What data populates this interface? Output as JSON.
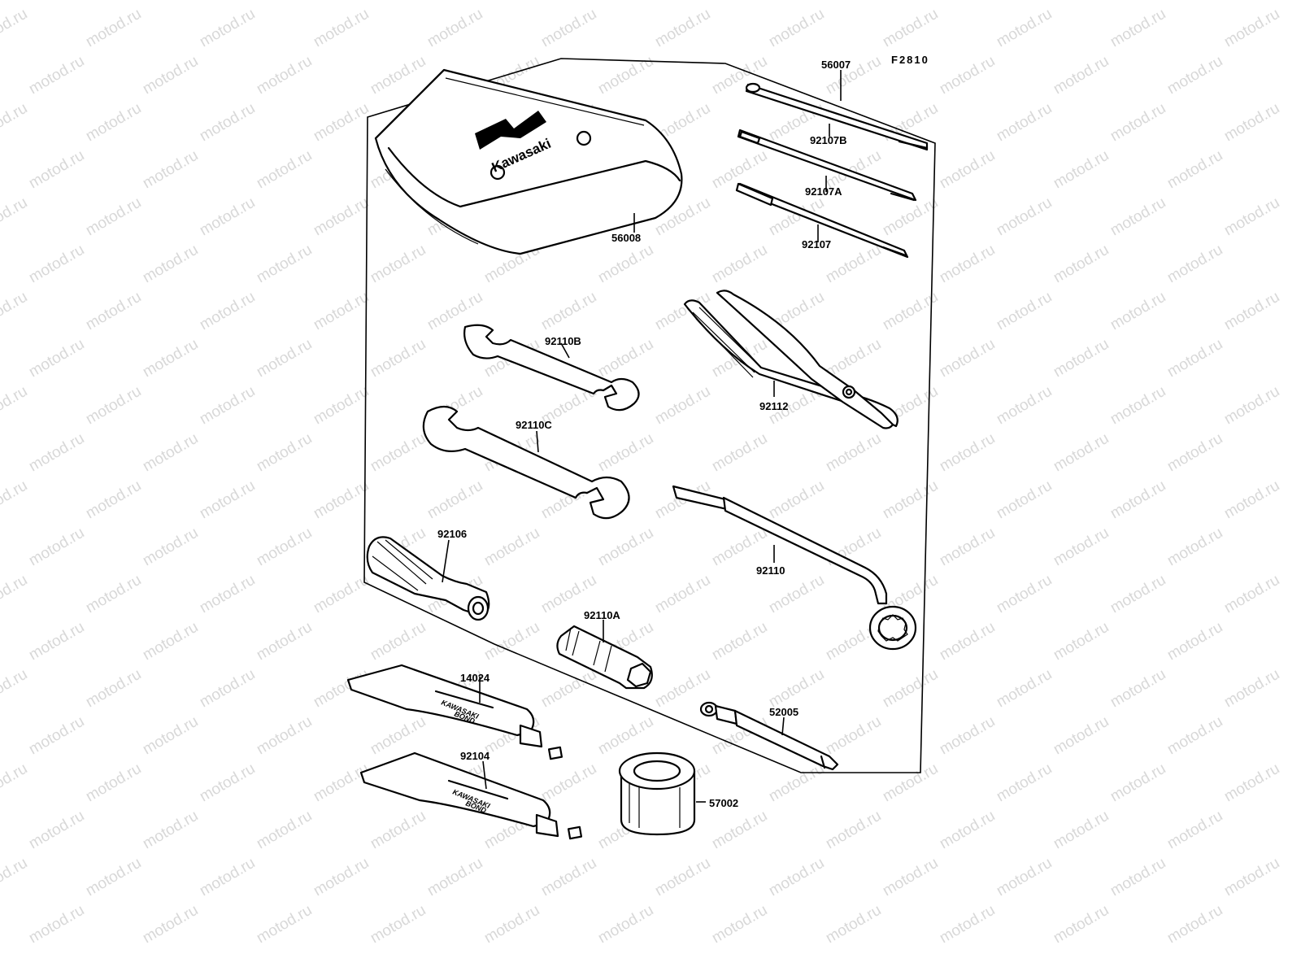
{
  "figure_code": "F2810",
  "watermark": "motod.ru",
  "tool_bag": {
    "logo_text": "Kawasaki"
  },
  "tubes": {
    "brand_line1": "KAWASAKI",
    "brand_line2": "BOND"
  },
  "parts": [
    {
      "id": "56007",
      "label": "56007"
    },
    {
      "id": "92107B",
      "label": "92107B"
    },
    {
      "id": "92107A",
      "label": "92107A"
    },
    {
      "id": "92107",
      "label": "92107"
    },
    {
      "id": "56008",
      "label": "56008"
    },
    {
      "id": "92110B",
      "label": "92110B"
    },
    {
      "id": "92112",
      "label": "92112"
    },
    {
      "id": "92110C",
      "label": "92110C"
    },
    {
      "id": "92106",
      "label": "92106"
    },
    {
      "id": "92110",
      "label": "92110"
    },
    {
      "id": "92110A",
      "label": "92110A"
    },
    {
      "id": "14024",
      "label": "14024"
    },
    {
      "id": "52005",
      "label": "52005"
    },
    {
      "id": "92104",
      "label": "92104"
    },
    {
      "id": "57002",
      "label": "57002"
    }
  ]
}
